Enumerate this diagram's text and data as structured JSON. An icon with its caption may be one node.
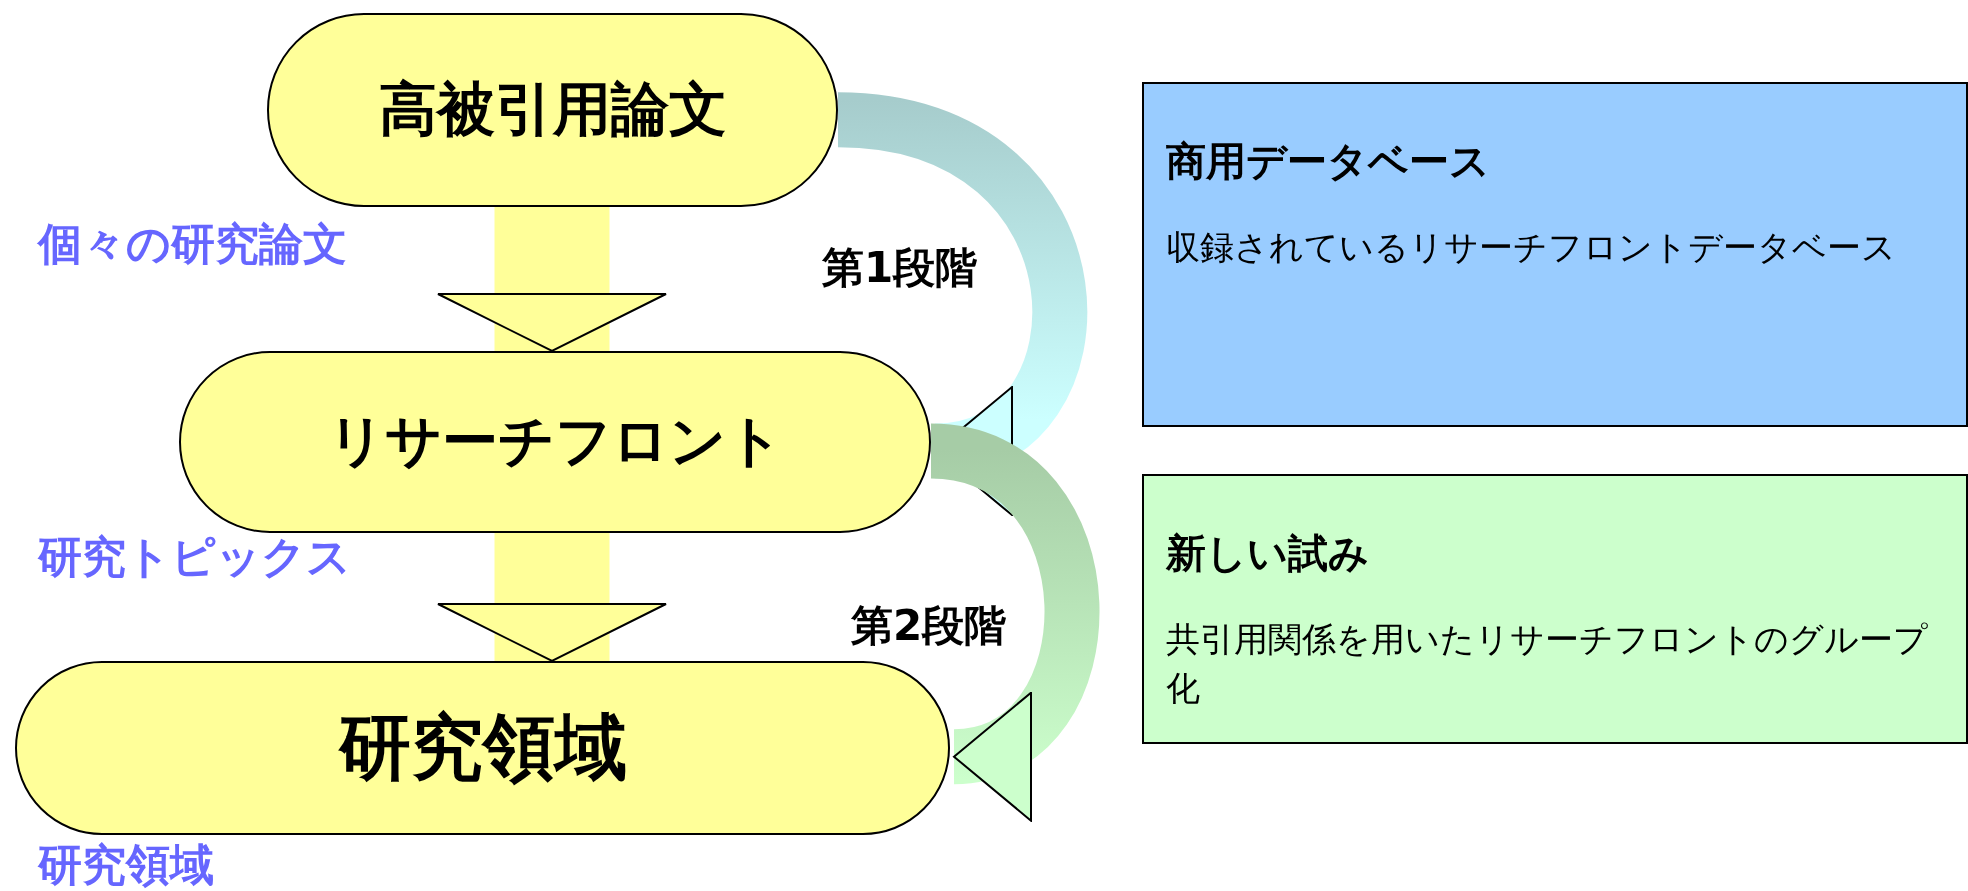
{
  "diagram": {
    "nodes": [
      {
        "text": [
          "高被引用論文"
        ],
        "beside": [
          "個々の研究論文"
        ]
      },
      {
        "text": [
          "リサーチフロント"
        ],
        "beside": [
          "研究トピックス"
        ]
      },
      {
        "text": [
          "研究領域"
        ],
        "beside": [
          "研究領域"
        ]
      },
      {
        "text": [
          "商用データベース",
          "収録されているリサーチフロントデータベース"
        ]
      },
      {
        "text": [
          "新しい試み",
          "共引用関係を用いたリサーチフロントのグループ化"
        ]
      }
    ],
    "edges": [
      {
        "from": 0,
        "to": 1,
        "arrow": "to"
      },
      {
        "from": 1,
        "to": 2,
        "arrow": "to"
      },
      {
        "from": 0,
        "to": 1,
        "arrow": "to",
        "label": "第1段階"
      },
      {
        "from": 1,
        "to": 2,
        "arrow": "to",
        "label": "第2段階"
      }
    ]
  }
}
